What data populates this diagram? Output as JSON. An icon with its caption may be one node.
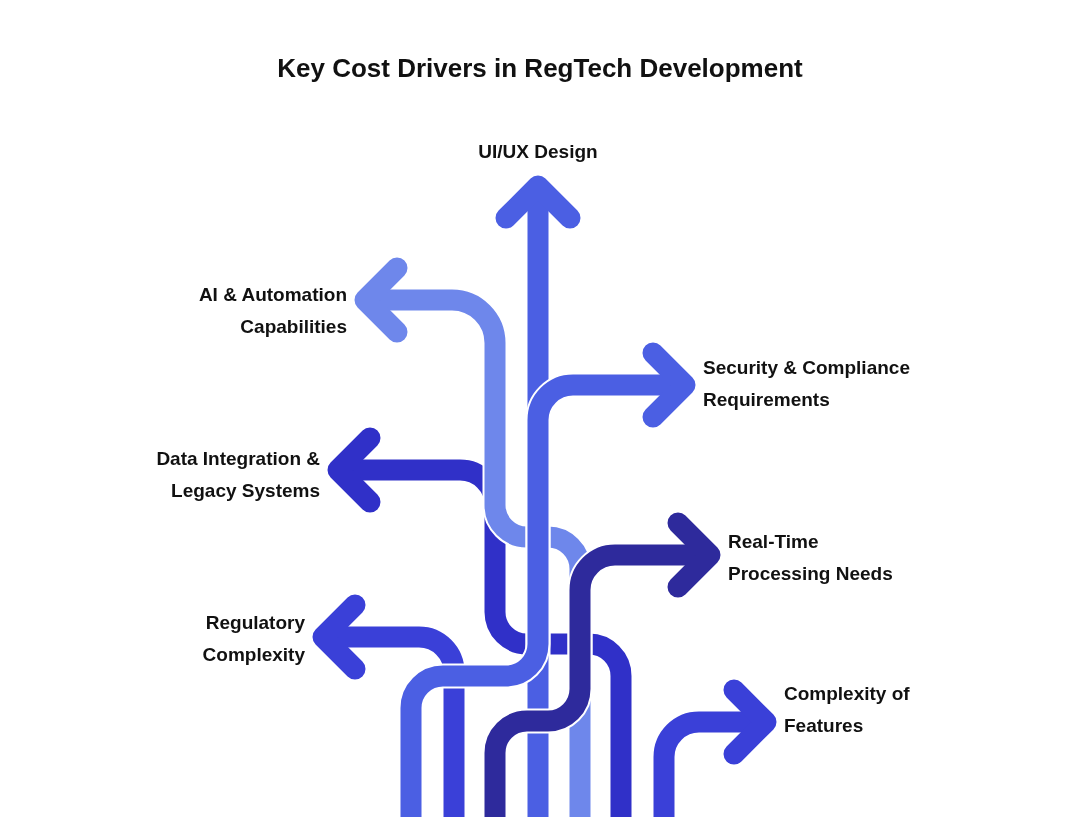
{
  "diagram": {
    "title": "Key Cost Drivers in RegTech Development",
    "nodes": [
      {
        "text": [
          "UI/UX Design"
        ]
      },
      {
        "text": [
          "AI & Automation Capabilities"
        ]
      },
      {
        "text": [
          "Security & Compliance Requirements"
        ]
      },
      {
        "text": [
          "Data Integration & Legacy Systems"
        ]
      },
      {
        "text": [
          "Real-Time Processing Needs"
        ]
      },
      {
        "text": [
          "Regulatory Complexity"
        ]
      },
      {
        "text": [
          "Complexity of Features"
        ]
      }
    ],
    "edges": [
      {
        "from": null,
        "to": 0,
        "arrow": "to",
        "color": "#4b5fe3"
      },
      {
        "from": null,
        "to": 1,
        "arrow": "to",
        "color": "#6e87eb"
      },
      {
        "from": null,
        "to": 2,
        "arrow": "to",
        "color": "#4b5fe3"
      },
      {
        "from": null,
        "to": 3,
        "arrow": "to",
        "color": "#3030c8"
      },
      {
        "from": null,
        "to": 4,
        "arrow": "to",
        "color": "#2e2a9c"
      },
      {
        "from": null,
        "to": 5,
        "arrow": "to",
        "color": "#3a40d8"
      },
      {
        "from": null,
        "to": 6,
        "arrow": "to",
        "color": "#3a40d8"
      }
    ]
  }
}
